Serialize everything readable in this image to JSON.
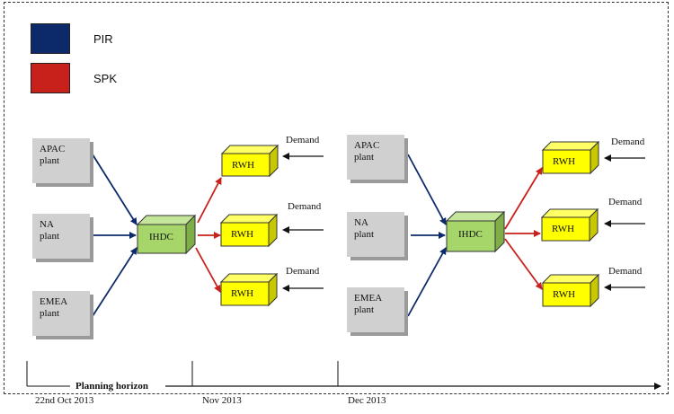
{
  "legend": [
    {
      "label": "PIR",
      "color": "#0c2a6a"
    },
    {
      "label": "SPK",
      "color": "#c8201a"
    }
  ],
  "panels": [
    {
      "plants": [
        {
          "line1": "APAC",
          "line2": "plant"
        },
        {
          "line1": "NA",
          "line2": "plant"
        },
        {
          "line1": "EMEA",
          "line2": "plant"
        }
      ],
      "hub": "IHDC",
      "warehouses": [
        "RWH",
        "RWH",
        "RWH"
      ],
      "demand": [
        "Demand",
        "Demand",
        "Demand"
      ]
    },
    {
      "plants": [
        {
          "line1": "APAC",
          "line2": "plant"
        },
        {
          "line1": "NA",
          "line2": "plant"
        },
        {
          "line1": "EMEA",
          "line2": "plant"
        }
      ],
      "hub": "IHDC",
      "warehouses": [
        "RWH",
        "RWH",
        "RWH"
      ],
      "demand": [
        "Demand",
        "Demand",
        "Demand"
      ]
    }
  ],
  "timeline": {
    "title": "Planning horizon",
    "dates": [
      "22nd Oct 2013",
      "Nov 2013",
      "Dec 2013"
    ]
  },
  "colors": {
    "plant_fill": "#d0d0d0",
    "hub_fill": "#a6d66a",
    "warehouse_fill": "#ffff00",
    "pir_arrow": "#0c2a6a",
    "spk_arrow": "#c8201a"
  }
}
